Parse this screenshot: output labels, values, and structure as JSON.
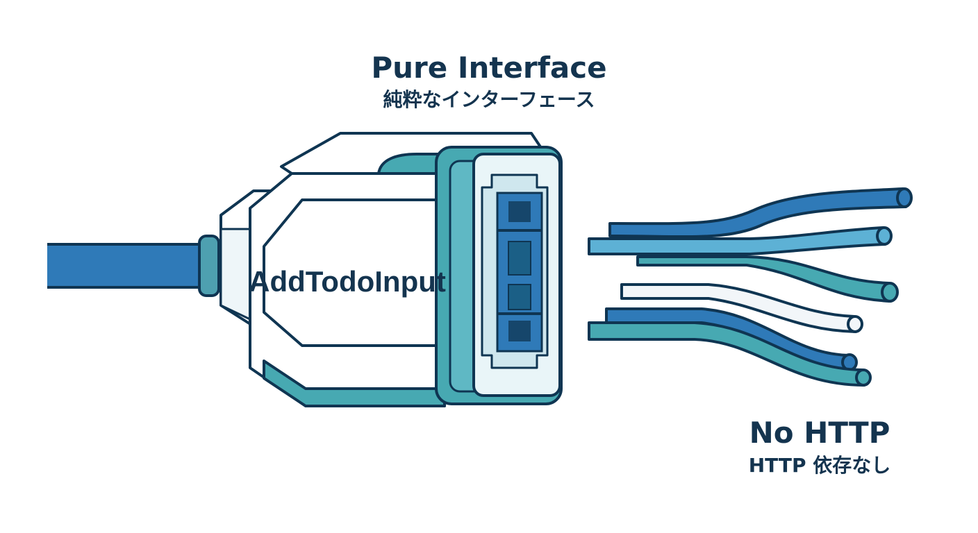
{
  "title": {
    "main": "Pure Interface",
    "sub": "純粋なインターフェース"
  },
  "connector": {
    "label": "AddTodoInput"
  },
  "caption": {
    "main": "No HTTP",
    "sub": "HTTP 依存なし"
  },
  "colors": {
    "outline": "#0f3552",
    "dark_blue": "#2f7ab8",
    "light_blue": "#5db1d5",
    "teal": "#47a9b2",
    "pale": "#e9f5f8",
    "white_wire": "#f2f6f9",
    "text": "#14344f"
  },
  "icons": {
    "cable": "cable-icon",
    "plug": "plug-connector-icon",
    "wires": "loose-wires-icon"
  }
}
